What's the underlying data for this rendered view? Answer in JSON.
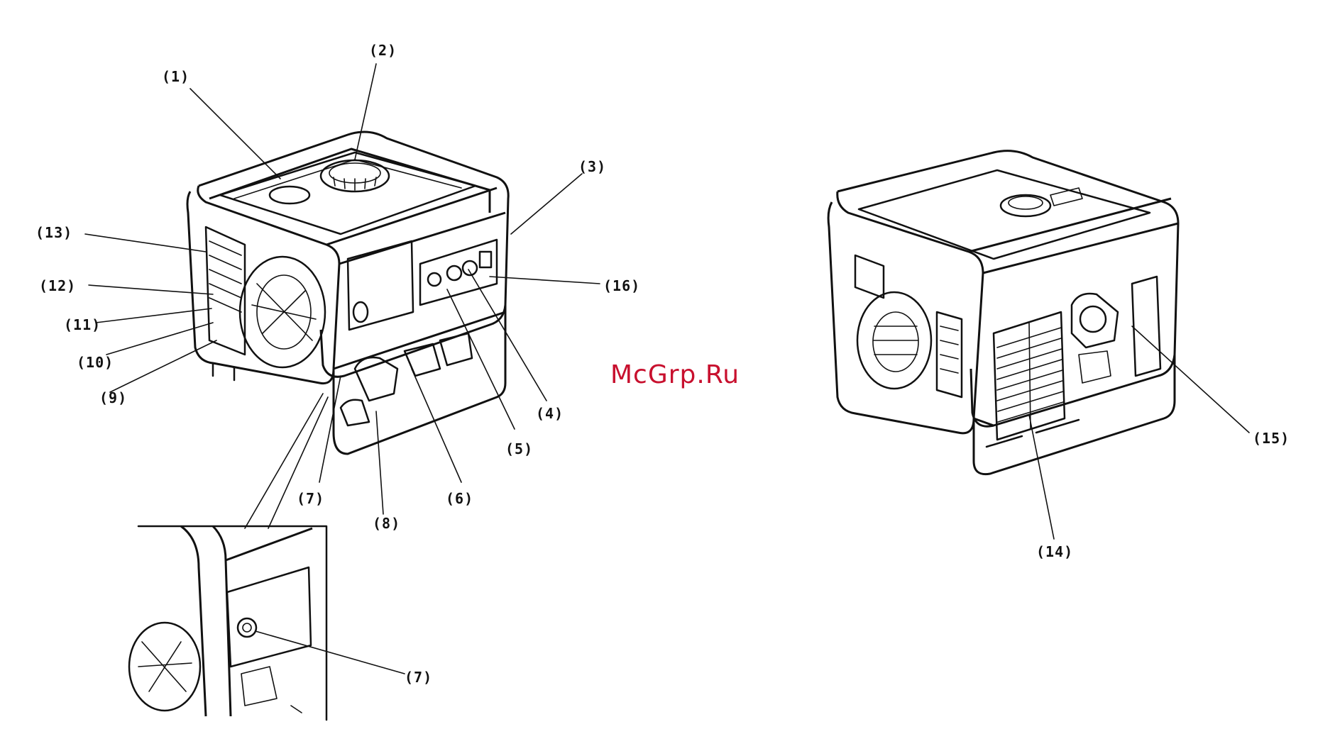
{
  "watermark": "McGrp.Ru",
  "callouts": [
    {
      "id": "c1",
      "text": "(1)"
    },
    {
      "id": "c2",
      "text": "(2)"
    },
    {
      "id": "c3",
      "text": "(3)"
    },
    {
      "id": "c13",
      "text": "(13)"
    },
    {
      "id": "c12",
      "text": "(12)"
    },
    {
      "id": "c11",
      "text": "(11)"
    },
    {
      "id": "c10",
      "text": "(10)"
    },
    {
      "id": "c9",
      "text": "(9)"
    },
    {
      "id": "c16",
      "text": "(16)"
    },
    {
      "id": "c4",
      "text": "(4)"
    },
    {
      "id": "c5",
      "text": "(5)"
    },
    {
      "id": "c6",
      "text": "(6)"
    },
    {
      "id": "c7a",
      "text": "(7)"
    },
    {
      "id": "c8",
      "text": "(8)"
    },
    {
      "id": "c7b",
      "text": "(7)"
    },
    {
      "id": "c15",
      "text": "(15)"
    },
    {
      "id": "c14",
      "text": "(14)"
    }
  ]
}
